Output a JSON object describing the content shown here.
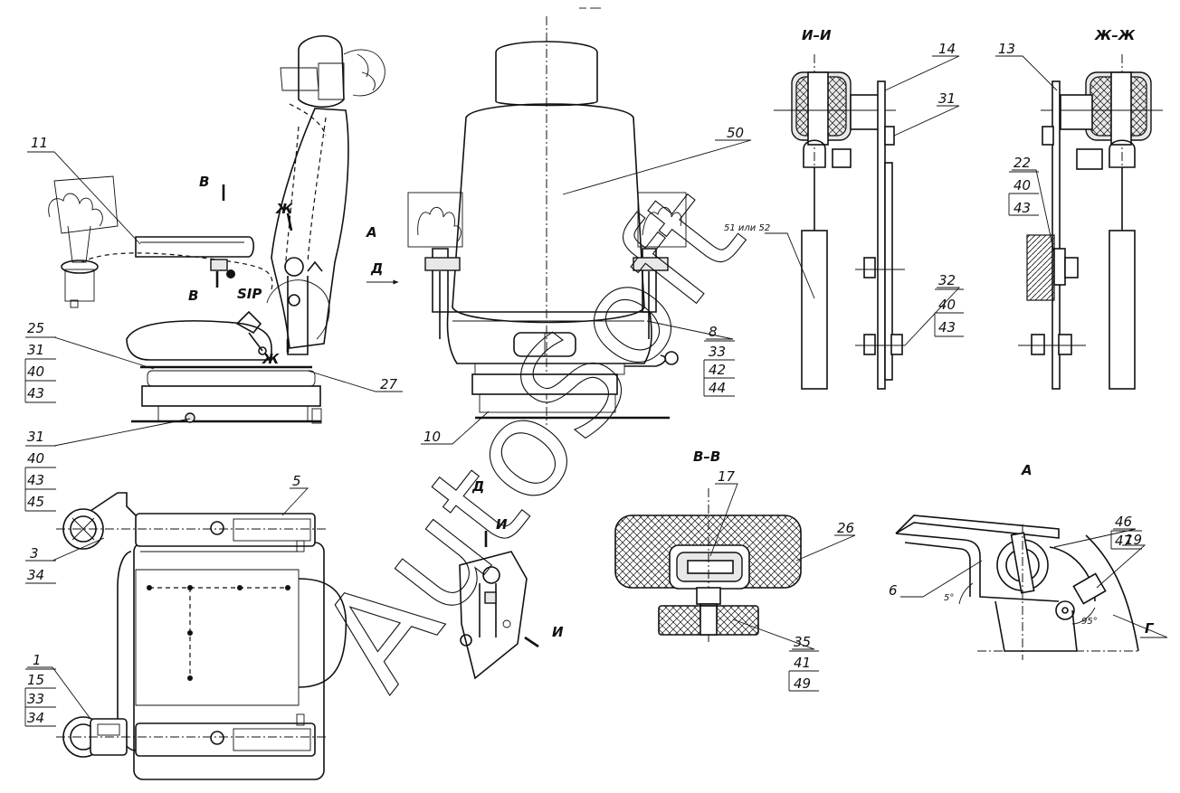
{
  "watermark": "AutoSoft",
  "sections": {
    "ii": "И–И",
    "zhzh": "Ж–Ж",
    "vv": "В–В",
    "a": "А",
    "d": "Д"
  },
  "markers": {
    "v_top": "В",
    "v_bot": "В",
    "zh_top": "Ж",
    "zh_bot": "Ж",
    "a": "А",
    "d_arrow": "Д",
    "sip": "SIP",
    "i_top": "И",
    "i_bot": "И",
    "g": "Г"
  },
  "callouts": {
    "c11": "11",
    "c25": "25",
    "c31a": "31",
    "c40a": "40",
    "c43a": "43",
    "c27": "27",
    "c31b": "31",
    "c40b": "40",
    "c43b": "43",
    "c45b": "45",
    "c10": "10",
    "c50": "50",
    "c8": "8",
    "c33": "33",
    "c42": "42",
    "c44": "44",
    "c14": "14",
    "c31c": "31",
    "c51": "51 или 52",
    "c32": "32",
    "c40c": "40",
    "c43c": "43",
    "c13": "13",
    "c22": "22",
    "c40d": "40",
    "c43d": "43",
    "c5": "5",
    "c3": "3",
    "c34a": "34",
    "c1": "1",
    "c15": "15",
    "c33b": "33",
    "c34b": "34",
    "c17": "17",
    "c26": "26",
    "c35": "35",
    "c41": "41",
    "c49": "49",
    "c46": "46",
    "c47": "47",
    "c6": "6",
    "c19": "19"
  },
  "angles": {
    "a1": "5°",
    "a2": "95°"
  }
}
